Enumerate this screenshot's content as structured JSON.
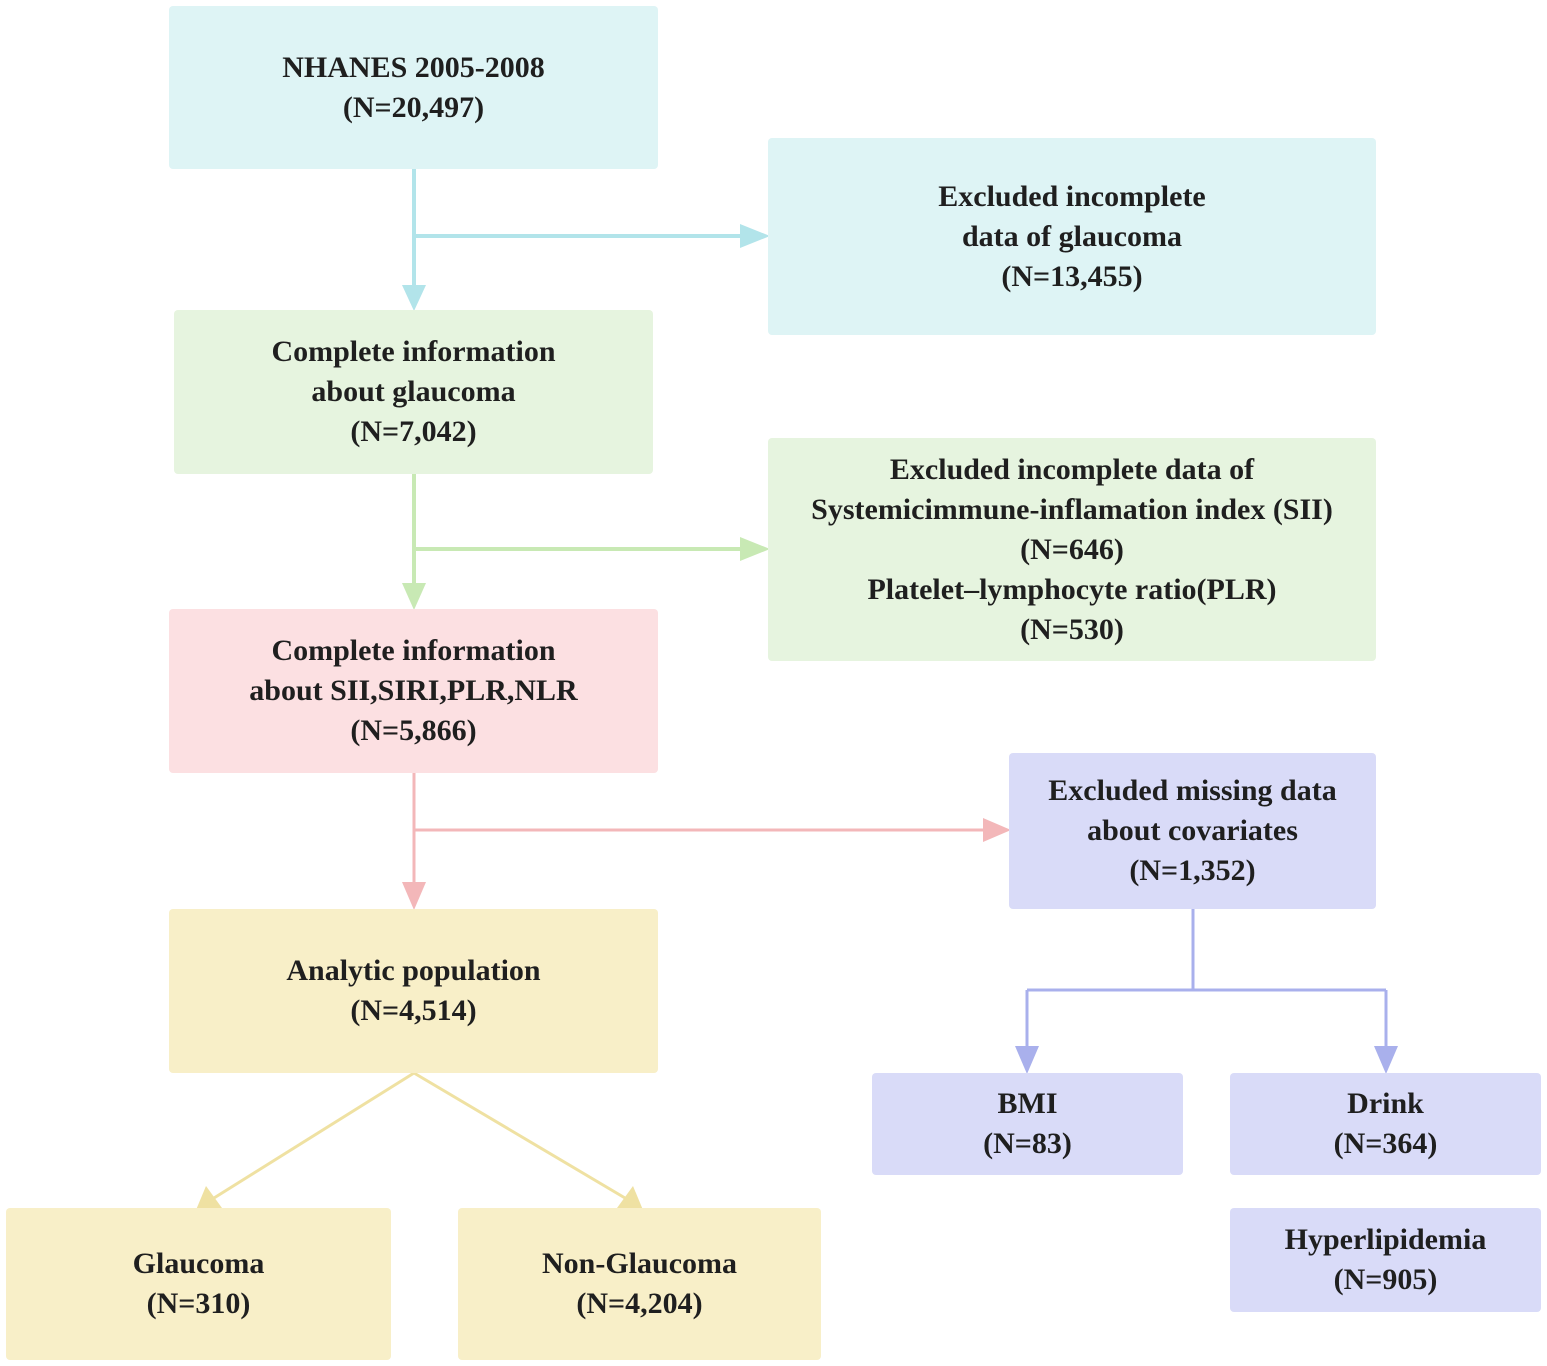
{
  "colors": {
    "cyan_fill": "#def4f5",
    "cyan_line": "#b2e4ea",
    "green_fill": "#e6f4df",
    "green_line": "#c8e9b4",
    "pink_fill": "#fce0e2",
    "pink_line": "#f3b7b9",
    "yellow_fill": "#f8efc8",
    "yellow_line": "#efe1a2",
    "purple_fill": "#d9dbf8",
    "purple_line": "#a9b0ec",
    "text": "#1f1f1f"
  },
  "nodes": {
    "nhanes": {
      "line1": "NHANES 2005-2008",
      "line2": "(N=20,497)"
    },
    "excluded_glaucoma": {
      "line1": "Excluded incomplete",
      "line2": "data of glaucoma",
      "line3": "(N=13,455)"
    },
    "complete_glaucoma": {
      "line1": "Complete information",
      "line2": "about glaucoma",
      "line3": "(N=7,042)"
    },
    "excluded_sii": {
      "line1": "Excluded incomplete data of",
      "line2": "Systemicimmune-inflamation index (SII)",
      "line3": "(N=646)",
      "line4": "Platelet–lymphocyte ratio(PLR)",
      "line5": "(N=530)"
    },
    "complete_sii": {
      "line1": "Complete information",
      "line2": "about SII,SIRI,PLR,NLR",
      "line3": "(N=5,866)"
    },
    "excluded_covariates": {
      "line1": "Excluded missing data",
      "line2": "about covariates",
      "line3": "(N=1,352)"
    },
    "analytic": {
      "line1": "Analytic population",
      "line2": "(N=4,514)"
    },
    "bmi": {
      "line1": "BMI",
      "line2": "(N=83)"
    },
    "drink": {
      "line1": "Drink",
      "line2": "(N=364)"
    },
    "hyperlipidemia": {
      "line1": "Hyperlipidemia",
      "line2": "(N=905)"
    },
    "glaucoma": {
      "line1": "Glaucoma",
      "line2": "(N=310)"
    },
    "non_glaucoma": {
      "line1": "Non-Glaucoma",
      "line2": "(N=4,204)"
    }
  },
  "edges": [
    {
      "from": "nhanes",
      "to": "complete_glaucoma",
      "color": "cyan"
    },
    {
      "from": "nhanes",
      "to": "excluded_glaucoma",
      "color": "cyan"
    },
    {
      "from": "complete_glaucoma",
      "to": "complete_sii",
      "color": "green"
    },
    {
      "from": "complete_glaucoma",
      "to": "excluded_sii",
      "color": "green"
    },
    {
      "from": "complete_sii",
      "to": "analytic",
      "color": "pink"
    },
    {
      "from": "complete_sii",
      "to": "excluded_covariates",
      "color": "pink"
    },
    {
      "from": "excluded_covariates",
      "to": "bmi",
      "color": "purple"
    },
    {
      "from": "excluded_covariates",
      "to": "drink",
      "color": "purple"
    },
    {
      "from": "analytic",
      "to": "glaucoma",
      "color": "yellow"
    },
    {
      "from": "analytic",
      "to": "non_glaucoma",
      "color": "yellow"
    }
  ]
}
